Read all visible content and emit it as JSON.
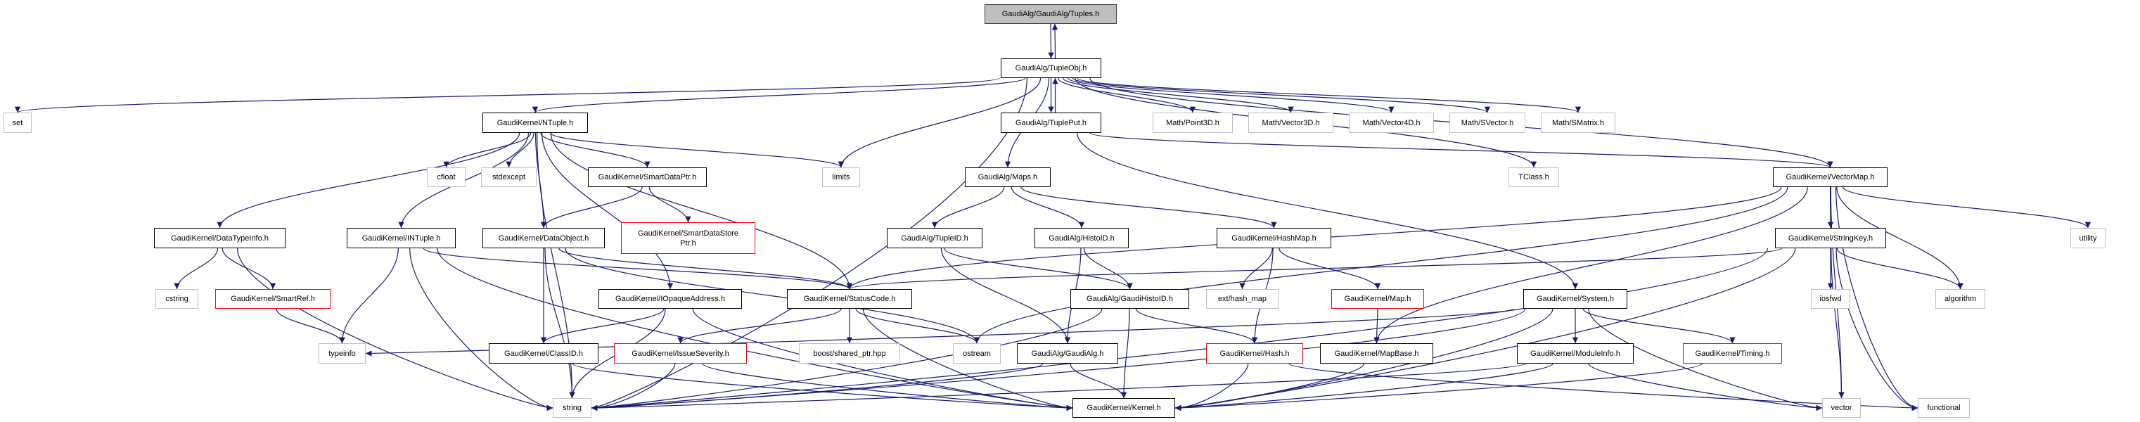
{
  "colors": {
    "edge": "#191970",
    "root_fill": "#bfbfbf",
    "truncated_border": "#ff0000",
    "external_border": "#bfbfbf",
    "documented_border": "#000000"
  },
  "nodes": [
    {
      "id": "tuples",
      "label": "GaudiAlg/GaudiAlg/Tuples.h",
      "kind": "root"
    },
    {
      "id": "tupleobj",
      "label": "GaudiAlg/TupleObj.h",
      "kind": "documented"
    },
    {
      "id": "set",
      "label": "set",
      "kind": "external"
    },
    {
      "id": "ntuple",
      "label": "GaudiKernel/NTuple.h",
      "kind": "documented"
    },
    {
      "id": "tupleput",
      "label": "GaudiAlg/TuplePut.h",
      "kind": "documented"
    },
    {
      "id": "point3d",
      "label": "Math/Point3D.h",
      "kind": "external"
    },
    {
      "id": "vector3d",
      "label": "Math/Vector3D.h",
      "kind": "external"
    },
    {
      "id": "vector4d",
      "label": "Math/Vector4D.h",
      "kind": "external"
    },
    {
      "id": "svector",
      "label": "Math/SVector.h",
      "kind": "external"
    },
    {
      "id": "smatrix",
      "label": "Math/SMatrix.h",
      "kind": "external"
    },
    {
      "id": "cfloat",
      "label": "cfloat",
      "kind": "external"
    },
    {
      "id": "stdexcept",
      "label": "stdexcept",
      "kind": "external"
    },
    {
      "id": "smartdataptr",
      "label": "GaudiKernel/SmartDataPtr.h",
      "kind": "documented"
    },
    {
      "id": "limits",
      "label": "limits",
      "kind": "external"
    },
    {
      "id": "maps",
      "label": "GaudiAlg/Maps.h",
      "kind": "documented"
    },
    {
      "id": "tclass",
      "label": "TClass.h",
      "kind": "external"
    },
    {
      "id": "vectormap",
      "label": "GaudiKernel/VectorMap.h",
      "kind": "documented"
    },
    {
      "id": "datatypeinfo",
      "label": "GaudiKernel/DataTypeInfo.h",
      "kind": "documented"
    },
    {
      "id": "intuple",
      "label": "GaudiKernel/INTuple.h",
      "kind": "documented"
    },
    {
      "id": "dataobject",
      "label": "GaudiKernel/DataObject.h",
      "kind": "documented"
    },
    {
      "id": "smartdatastoreptr",
      "label": "GaudiKernel/SmartDataStore\nPtr.h",
      "kind": "truncated"
    },
    {
      "id": "tupleid",
      "label": "GaudiAlg/TupleID.h",
      "kind": "documented"
    },
    {
      "id": "histoid",
      "label": "GaudiAlg/HistoID.h",
      "kind": "documented"
    },
    {
      "id": "hashmap",
      "label": "GaudiKernel/HashMap.h",
      "kind": "documented"
    },
    {
      "id": "stringkey",
      "label": "GaudiKernel/StringKey.h",
      "kind": "documented"
    },
    {
      "id": "utility",
      "label": "utility",
      "kind": "external"
    },
    {
      "id": "cstring",
      "label": "cstring",
      "kind": "external"
    },
    {
      "id": "smartref",
      "label": "GaudiKernel/SmartRef.h",
      "kind": "truncated"
    },
    {
      "id": "iopaqueaddress",
      "label": "GaudiKernel/IOpaqueAddress.h",
      "kind": "documented"
    },
    {
      "id": "statuscode",
      "label": "GaudiKernel/StatusCode.h",
      "kind": "documented"
    },
    {
      "id": "gaudihistoid",
      "label": "GaudiAlg/GaudiHistoID.h",
      "kind": "documented"
    },
    {
      "id": "exthashmap",
      "label": "ext/hash_map",
      "kind": "external"
    },
    {
      "id": "map",
      "label": "GaudiKernel/Map.h",
      "kind": "truncated"
    },
    {
      "id": "system",
      "label": "GaudiKernel/System.h",
      "kind": "documented"
    },
    {
      "id": "iosfwd",
      "label": "iosfwd",
      "kind": "external"
    },
    {
      "id": "algorithm",
      "label": "algorithm",
      "kind": "external"
    },
    {
      "id": "typeinfo",
      "label": "typeinfo",
      "kind": "external"
    },
    {
      "id": "classid",
      "label": "GaudiKernel/ClassID.h",
      "kind": "documented"
    },
    {
      "id": "issueseverity",
      "label": "GaudiKernel/IssueSeverity.h",
      "kind": "truncated"
    },
    {
      "id": "boostshared",
      "label": "boost/shared_ptr.hpp",
      "kind": "external"
    },
    {
      "id": "ostream",
      "label": "ostream",
      "kind": "external"
    },
    {
      "id": "gaudialg",
      "label": "GaudiAlg/GaudiAlg.h",
      "kind": "documented"
    },
    {
      "id": "hash",
      "label": "GaudiKernel/Hash.h",
      "kind": "truncated"
    },
    {
      "id": "mapbase",
      "label": "GaudiKernel/MapBase.h",
      "kind": "documented"
    },
    {
      "id": "moduleinfo",
      "label": "GaudiKernel/ModuleInfo.h",
      "kind": "documented"
    },
    {
      "id": "timing",
      "label": "GaudiKernel/Timing.h",
      "kind": "truncated"
    },
    {
      "id": "string",
      "label": "string",
      "kind": "external"
    },
    {
      "id": "kernel",
      "label": "GaudiKernel/Kernel.h",
      "kind": "documented"
    },
    {
      "id": "vector",
      "label": "vector",
      "kind": "external"
    },
    {
      "id": "functional",
      "label": "functional",
      "kind": "external"
    }
  ],
  "edges": [
    [
      "tuples",
      "tupleobj"
    ],
    [
      "tupleobj",
      "tuples"
    ],
    [
      "tupleobj",
      "set"
    ],
    [
      "tupleobj",
      "ntuple"
    ],
    [
      "tupleobj",
      "string"
    ],
    [
      "tupleobj",
      "limits"
    ],
    [
      "tupleobj",
      "maps"
    ],
    [
      "tupleobj",
      "tupleput"
    ],
    [
      "tupleobj",
      "point3d"
    ],
    [
      "tupleobj",
      "vector3d"
    ],
    [
      "tupleobj",
      "vector4d"
    ],
    [
      "tupleobj",
      "svector"
    ],
    [
      "tupleobj",
      "smatrix"
    ],
    [
      "tupleobj",
      "tclass"
    ],
    [
      "tupleobj",
      "vectormap"
    ],
    [
      "tupleput",
      "tupleobj"
    ],
    [
      "tupleput",
      "vectormap"
    ],
    [
      "tupleput",
      "system"
    ],
    [
      "ntuple",
      "datatypeinfo"
    ],
    [
      "ntuple",
      "intuple"
    ],
    [
      "ntuple",
      "cfloat"
    ],
    [
      "ntuple",
      "stdexcept"
    ],
    [
      "ntuple",
      "dataobject"
    ],
    [
      "ntuple",
      "smartdataptr"
    ],
    [
      "ntuple",
      "limits"
    ],
    [
      "ntuple",
      "iopaqueaddress"
    ],
    [
      "ntuple",
      "statuscode"
    ],
    [
      "ntuple",
      "string"
    ],
    [
      "smartdataptr",
      "dataobject"
    ],
    [
      "smartdataptr",
      "smartdatastoreptr"
    ],
    [
      "datatypeinfo",
      "cstring"
    ],
    [
      "datatypeinfo",
      "smartref"
    ],
    [
      "datatypeinfo",
      "string"
    ],
    [
      "smartref",
      "typeinfo"
    ],
    [
      "intuple",
      "typeinfo"
    ],
    [
      "intuple",
      "string"
    ],
    [
      "intuple",
      "statuscode"
    ],
    [
      "intuple",
      "kernel"
    ],
    [
      "dataobject",
      "classid"
    ],
    [
      "dataobject",
      "string"
    ],
    [
      "dataobject",
      "statuscode"
    ],
    [
      "dataobject",
      "ostream"
    ],
    [
      "iopaqueaddress",
      "classid"
    ],
    [
      "iopaqueaddress",
      "string"
    ],
    [
      "iopaqueaddress",
      "kernel"
    ],
    [
      "statuscode",
      "issueseverity"
    ],
    [
      "statuscode",
      "boostshared"
    ],
    [
      "statuscode",
      "ostream"
    ],
    [
      "statuscode",
      "kernel"
    ],
    [
      "issueseverity",
      "string"
    ],
    [
      "issueseverity",
      "kernel"
    ],
    [
      "classid",
      "kernel"
    ],
    [
      "maps",
      "tupleid"
    ],
    [
      "maps",
      "histoid"
    ],
    [
      "maps",
      "hashmap"
    ],
    [
      "tupleid",
      "gaudialg"
    ],
    [
      "tupleid",
      "gaudihistoid"
    ],
    [
      "histoid",
      "gaudialg"
    ],
    [
      "histoid",
      "gaudihistoid"
    ],
    [
      "gaudihistoid",
      "hash"
    ],
    [
      "gaudihistoid",
      "kernel"
    ],
    [
      "gaudihistoid",
      "string"
    ],
    [
      "gaudialg",
      "string"
    ],
    [
      "gaudialg",
      "kernel"
    ],
    [
      "hashmap",
      "exthashmap"
    ],
    [
      "hashmap",
      "map"
    ],
    [
      "hashmap",
      "hash"
    ],
    [
      "map",
      "mapbase"
    ],
    [
      "mapbase",
      "kernel"
    ],
    [
      "hash",
      "functional"
    ],
    [
      "hash",
      "kernel"
    ],
    [
      "vectormap",
      "statuscode"
    ],
    [
      "vectormap",
      "ostream"
    ],
    [
      "vectormap",
      "mapbase"
    ],
    [
      "vectormap",
      "stringkey"
    ],
    [
      "vectormap",
      "algorithm"
    ],
    [
      "vectormap",
      "utility"
    ],
    [
      "vectormap",
      "vector"
    ],
    [
      "vectormap",
      "functional"
    ],
    [
      "stringkey",
      "statuscode"
    ],
    [
      "stringkey",
      "string"
    ],
    [
      "stringkey",
      "kernel"
    ],
    [
      "stringkey",
      "iosfwd"
    ],
    [
      "stringkey",
      "vector"
    ],
    [
      "stringkey",
      "functional"
    ],
    [
      "stringkey",
      "algorithm"
    ],
    [
      "system",
      "typeinfo"
    ],
    [
      "system",
      "moduleinfo"
    ],
    [
      "system",
      "timing"
    ],
    [
      "system",
      "vector"
    ],
    [
      "system",
      "string"
    ],
    [
      "system",
      "kernel"
    ],
    [
      "moduleinfo",
      "string"
    ],
    [
      "moduleinfo",
      "kernel"
    ],
    [
      "moduleinfo",
      "vector"
    ],
    [
      "timing",
      "kernel"
    ]
  ]
}
